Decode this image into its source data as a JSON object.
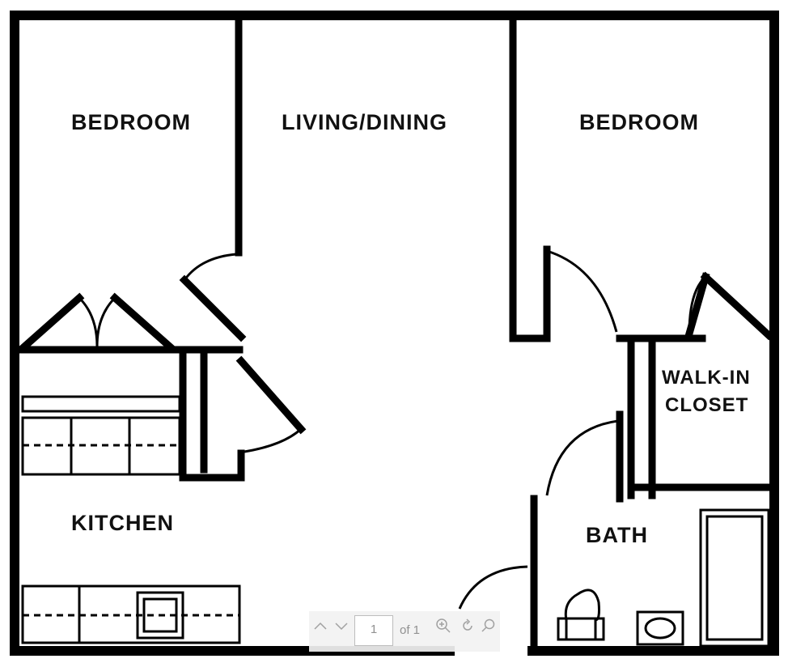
{
  "rooms": {
    "bedroom_left": "BEDROOM",
    "living_dining": "LIVING/DINING",
    "bedroom_right": "BEDROOM",
    "walk_in_closet_line1": "WALK-IN",
    "walk_in_closet_line2": "CLOSET",
    "kitchen": "KITCHEN",
    "bath": "BATH"
  },
  "viewer": {
    "page_value": "1",
    "page_of": "of 1",
    "prev_icon": "chevron-up-icon",
    "next_icon": "chevron-down-icon",
    "zoom_in_icon": "zoom-in-icon",
    "rotate_icon": "rotate-icon",
    "search_icon": "search-icon"
  }
}
